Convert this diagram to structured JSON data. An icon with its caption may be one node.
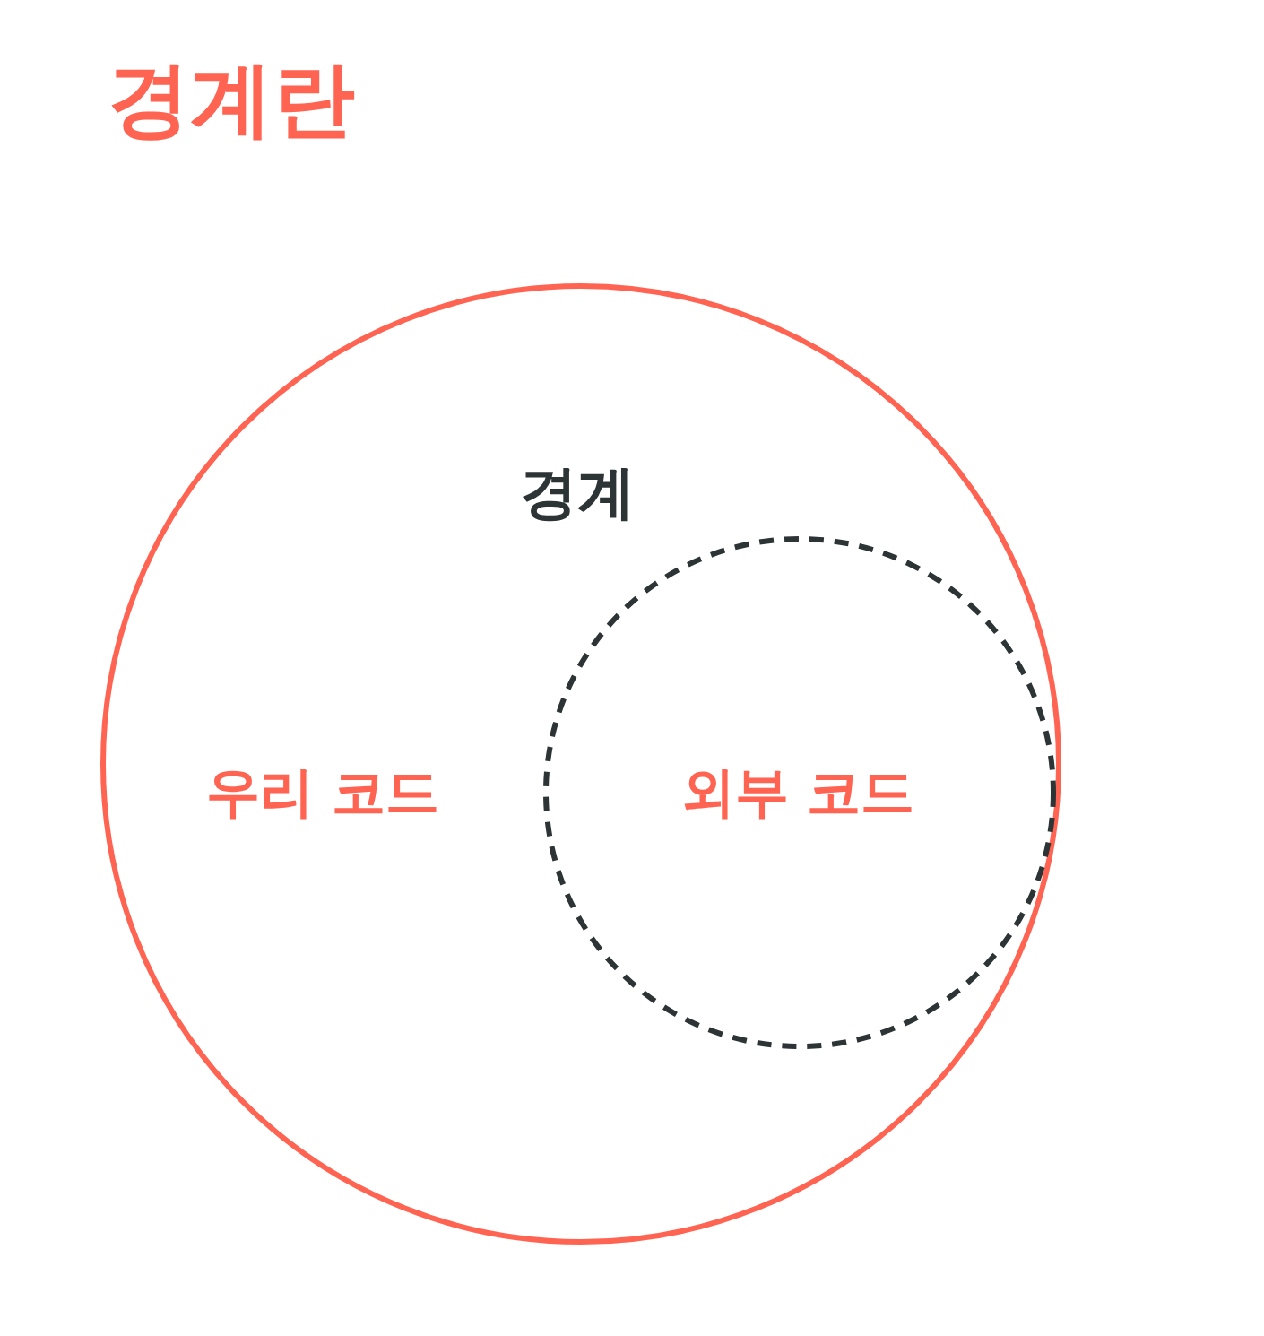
{
  "diagram": {
    "title": "경계란",
    "nodes": [
      {
        "text": [
          "경계",
          "우리 코드"
        ]
      },
      {
        "text": [
          "외부 코드"
        ],
        "in": 0
      }
    ]
  }
}
